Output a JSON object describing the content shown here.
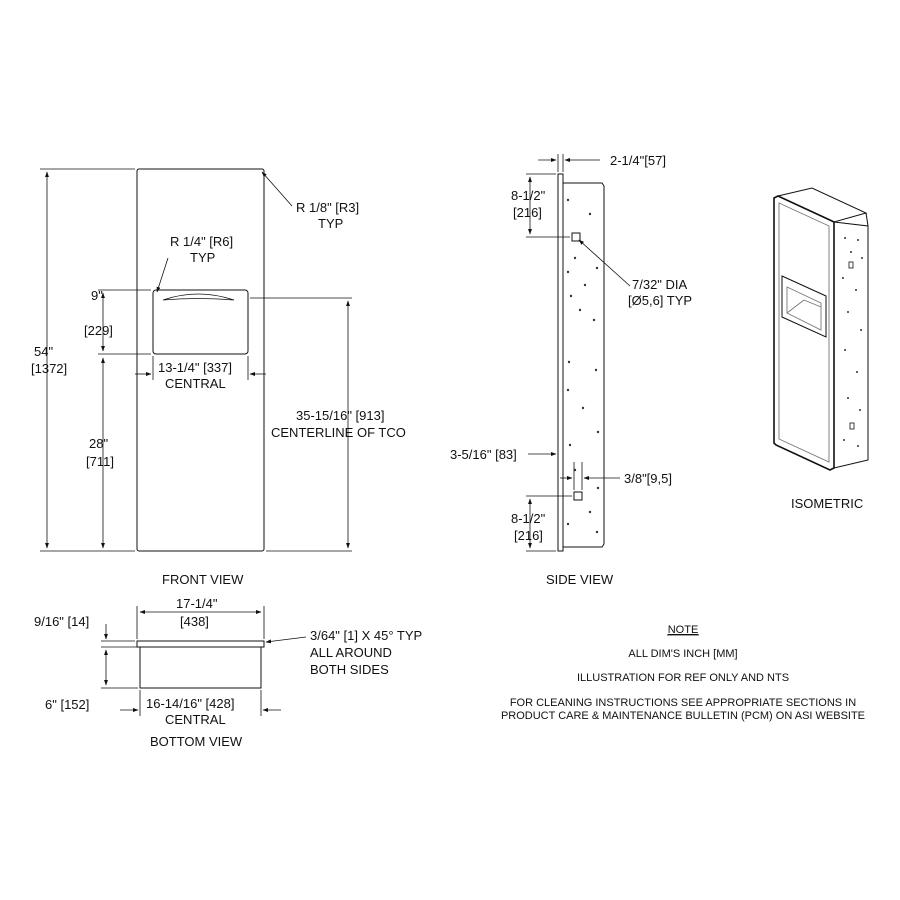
{
  "front_view": {
    "title": "FRONT VIEW",
    "dim_height": "54\"",
    "dim_height_mm": "[1372]",
    "dim_opening_height": "9\"",
    "dim_opening_height_mm": "[229]",
    "dim_opening_width": "13-1/4\" [337]",
    "dim_opening_width_note": "CENTRAL",
    "dim_floor_to_opening": "28\"",
    "dim_floor_to_opening_mm": "[711]",
    "dim_tco": "35-15/16\" [913]",
    "dim_tco_note": "CENTERLINE  OF TCO",
    "radius_outer": "R 1/8\" [R3]",
    "radius_outer_note": "TYP",
    "radius_inner": "R 1/4\" [R6]",
    "radius_inner_note": "TYP"
  },
  "side_view": {
    "title": "SIDE VIEW",
    "dim_depth": "2-1/4\"[57]",
    "dim_top_offset": "8-1/2\"",
    "dim_top_offset_mm": "[216]",
    "hole_note": "7/32\" DIA",
    "hole_note_mm": "[Ø5,6] TYP",
    "dim_wall_depth": "3-5/16\" [83]",
    "dim_flange": "3/8\"[9,5]",
    "dim_bottom_offset": "8-1/2\"",
    "dim_bottom_offset_mm": "[216]"
  },
  "bottom_view": {
    "title": "BOTTOM  VIEW",
    "dim_flange_width": "17-1/4\"",
    "dim_flange_width_mm": "[438]",
    "dim_flange_thick": "9/16\" [14]",
    "dim_depth": "6\" [152]",
    "dim_body_width": "16-14/16\" [428]",
    "dim_body_width_note": "CENTRAL",
    "chamfer": "3/64\" [1]   X 45° TYP",
    "chamfer_note_1": "ALL AROUND",
    "chamfer_note_2": "BOTH SIDES"
  },
  "isometric": {
    "title": "ISOMETRIC"
  },
  "notes": {
    "heading": "NOTE",
    "line1": "ALL DIM'S INCH [MM]",
    "line2": "ILLUSTRATION FOR REF ONLY AND NTS",
    "line3": "FOR CLEANING INSTRUCTIONS SEE APPROPRIATE SECTIONS IN",
    "line4": "PRODUCT CARE & MAINTENANCE BULLETIN (PCM) ON ASI WEBSITE"
  }
}
